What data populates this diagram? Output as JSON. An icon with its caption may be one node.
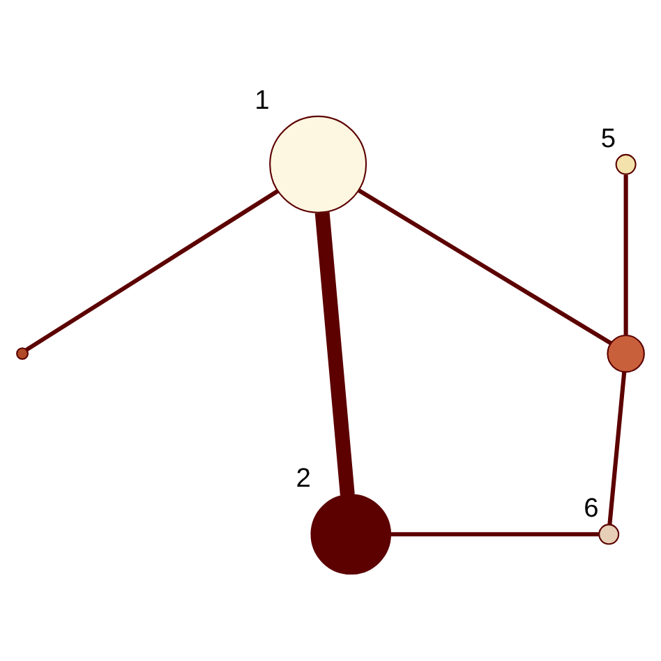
{
  "diagram": {
    "nodes": [
      {
        "text": [],
        "shape": "circle",
        "beside": [
          "1"
        ]
      },
      {
        "text": [],
        "shape": "circle",
        "beside": [
          "5"
        ]
      },
      {
        "text": [],
        "shape": "circle"
      },
      {
        "text": [],
        "shape": "circle"
      },
      {
        "text": [],
        "shape": "circle",
        "beside": [
          "2"
        ]
      },
      {
        "text": [],
        "shape": "circle",
        "beside": [
          "6"
        ]
      }
    ],
    "edges": [
      {
        "from": 0,
        "to": 4,
        "arrow": "none",
        "style": "thick"
      },
      {
        "from": 0,
        "to": 2,
        "arrow": "none"
      },
      {
        "from": 0,
        "to": 3,
        "arrow": "none"
      },
      {
        "from": 1,
        "to": 3,
        "arrow": "none"
      },
      {
        "from": 3,
        "to": 5,
        "arrow": "none"
      },
      {
        "from": 4,
        "to": 5,
        "arrow": "none"
      }
    ]
  }
}
